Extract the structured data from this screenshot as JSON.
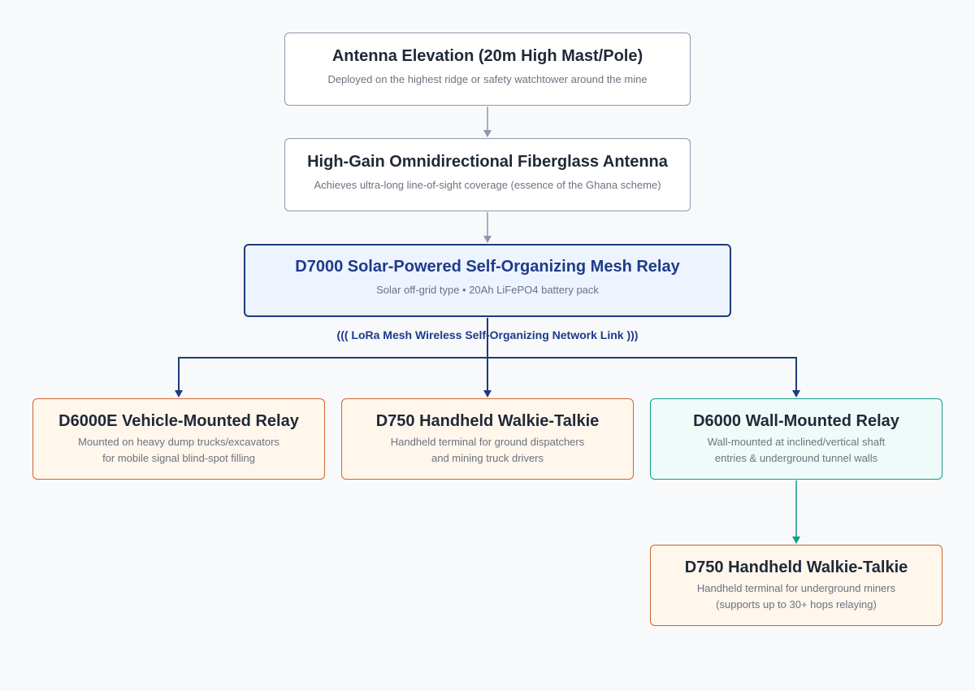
{
  "nodes": {
    "antenna_elevation": {
      "title": "Antenna Elevation (20m High Mast/Pole)",
      "subtitle": "Deployed on the highest ridge or safety watchtower around the mine"
    },
    "fiberglass_antenna": {
      "title": "High-Gain Omnidirectional Fiberglass Antenna",
      "subtitle": "Achieves ultra-long line-of-sight coverage (essence of the Ghana scheme)"
    },
    "mesh_relay": {
      "title": "D7000 Solar-Powered Self-Organizing Mesh Relay",
      "subtitle": "Solar off-grid type • 20Ah LiFePO4 battery pack"
    },
    "vehicle_relay": {
      "title": "D6000E Vehicle-Mounted Relay",
      "line1": "Mounted on heavy dump trucks/excavators",
      "line2": "for mobile signal blind-spot filling"
    },
    "handheld_ground": {
      "title": "D750 Handheld Walkie-Talkie",
      "line1": "Handheld terminal for ground dispatchers",
      "line2": "and mining truck drivers"
    },
    "wall_relay": {
      "title": "D6000 Wall-Mounted Relay",
      "line1": "Wall-mounted at inclined/vertical shaft",
      "line2": "entries & underground tunnel walls"
    },
    "handheld_underground": {
      "title": "D750 Handheld Walkie-Talkie",
      "line1": "Handheld terminal for underground miners",
      "line2": "(supports up to 30+ hops relaying)"
    }
  },
  "link_label": "((( LoRa Mesh Wireless Self-Organizing Network Link )))",
  "colors": {
    "grey_edge": "#8a99ad",
    "navy": "#1e3a7b",
    "orange": "#d0652a",
    "teal": "#119b8a"
  }
}
